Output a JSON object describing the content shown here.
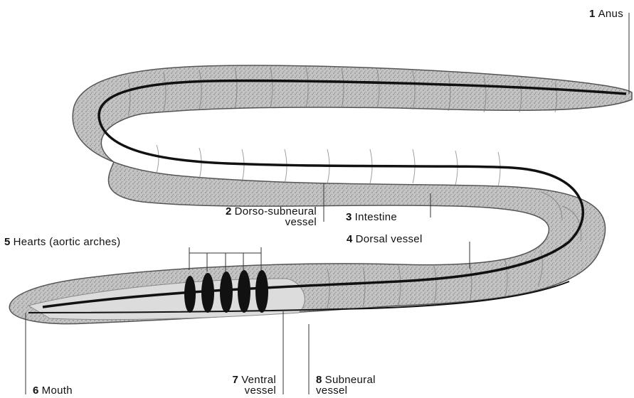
{
  "labels": {
    "anus": {
      "number": "1",
      "text": "Anus"
    },
    "dorso": {
      "number": "2",
      "line1": "Dorso-subneural",
      "line2": "vessel"
    },
    "intestine": {
      "number": "3",
      "text": "Intestine"
    },
    "dorsal": {
      "number": "4",
      "text": "Dorsal vessel"
    },
    "hearts": {
      "number": "5",
      "text": "Hearts (aortic arches)"
    },
    "mouth": {
      "number": "6",
      "text": "Mouth"
    },
    "ventral": {
      "number": "7",
      "line1": "Ventral",
      "line2": "vessel"
    },
    "subneural": {
      "number": "8",
      "line1": "Subneural",
      "line2": "vessel"
    }
  },
  "colors": {
    "body_fill": "#bdbdbd",
    "body_dark": "#8a8a8a",
    "vessel": "#111111",
    "gut_fill": "#d9d9d9",
    "leader": "#333333"
  }
}
